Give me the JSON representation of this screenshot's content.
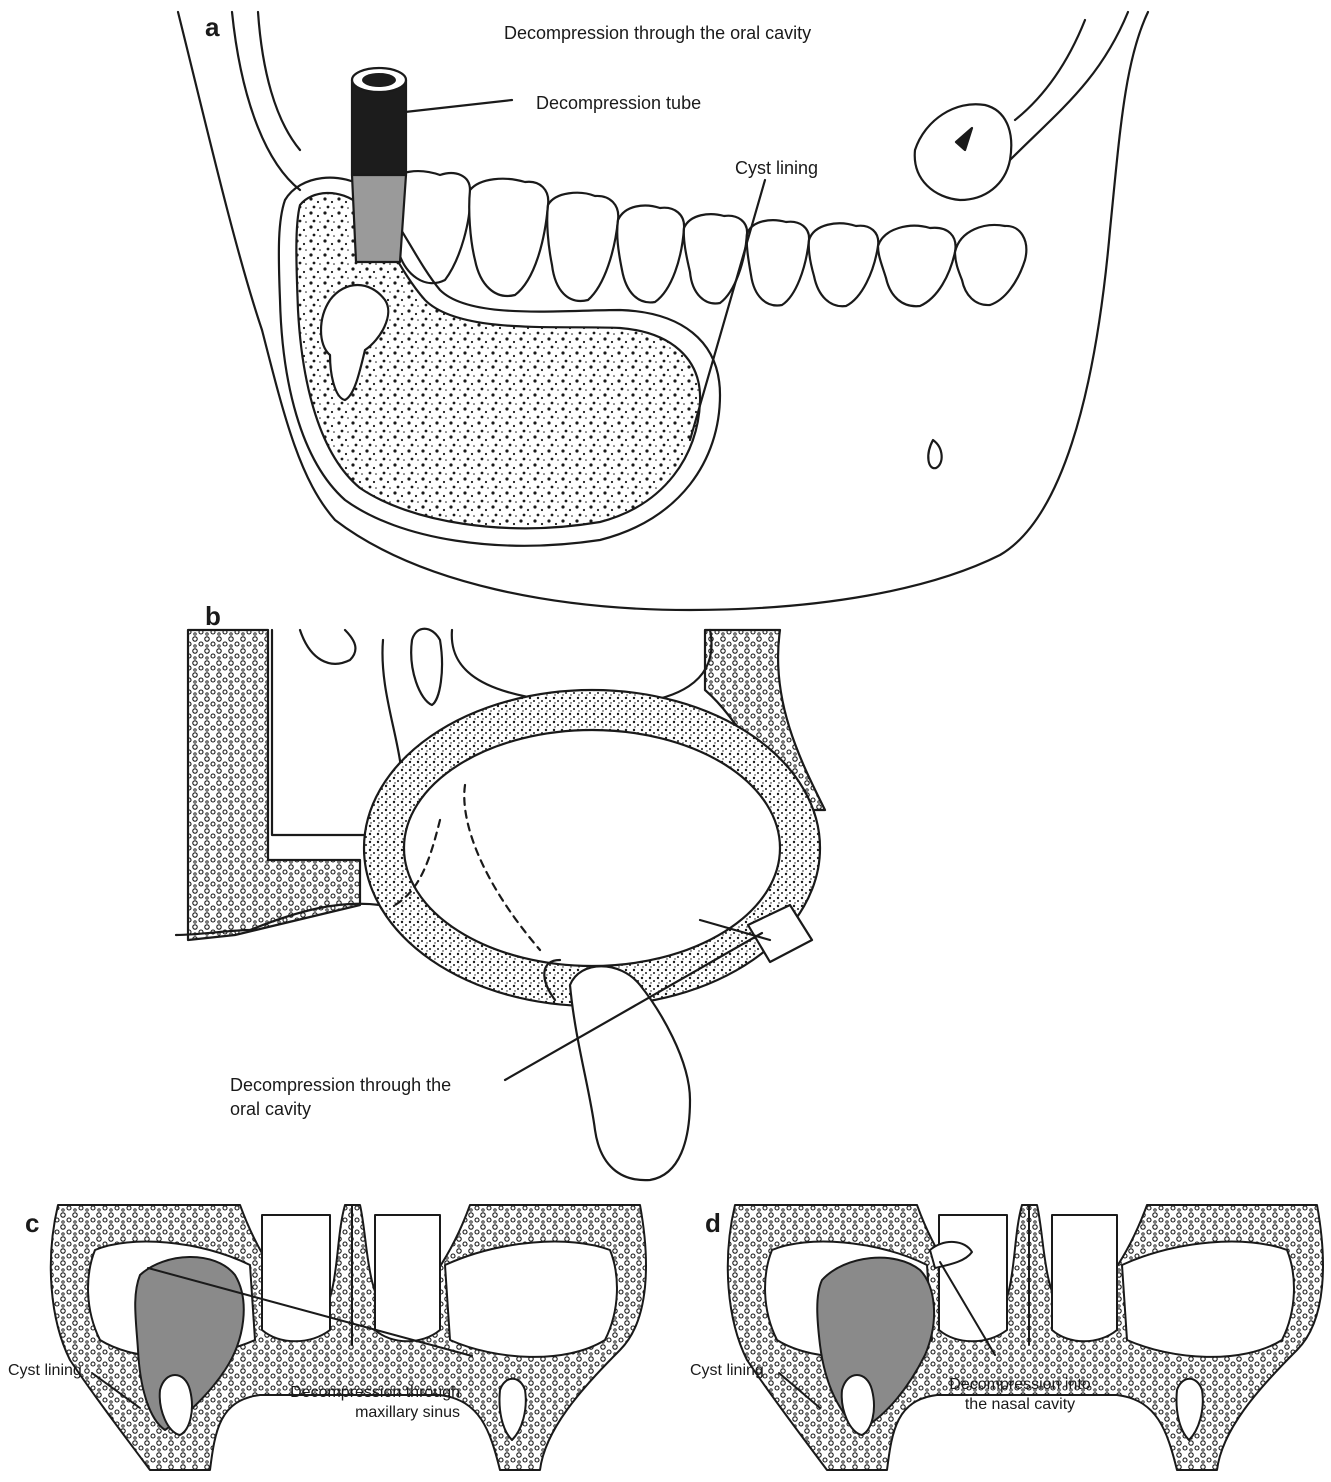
{
  "panels": {
    "a": {
      "letter": "a",
      "title": "Decompression through the oral cavity",
      "label_tube": "Decompression tube",
      "label_lining": "Cyst lining"
    },
    "b": {
      "letter": "b",
      "label_line1": "Decompression through the",
      "label_line2": "oral cavity"
    },
    "c": {
      "letter": "c",
      "label_lining": "Cyst lining",
      "label_line1": "Decompression through",
      "label_line2": "maxillary sinus"
    },
    "d": {
      "letter": "d",
      "label_lining": "Cyst lining",
      "label_line1": "Decompression into",
      "label_line2": "the nasal cavity"
    }
  },
  "colors": {
    "ink": "#1a1a1a",
    "cyst_fill": "#8a8a8a",
    "tube_dark": "#1c1c1c",
    "tube_grey": "#9a9a9a",
    "background": "#ffffff"
  }
}
